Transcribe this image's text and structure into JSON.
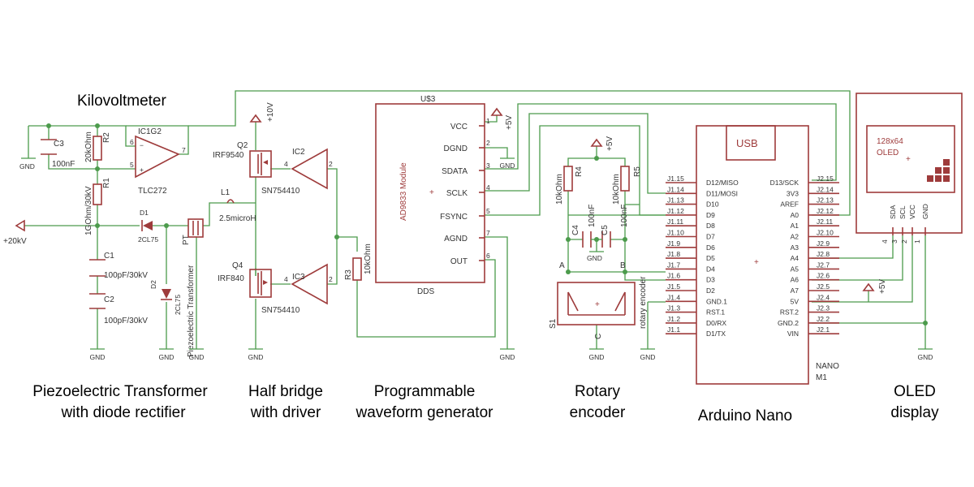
{
  "captions": {
    "kilovoltmeter": "Kilovoltmeter",
    "piezo_line1": "Piezoelectric Transformer",
    "piezo_line2": "with diode rectifier",
    "halfbridge_line1": "Half bridge",
    "halfbridge_line2": "with driver",
    "waveform_line1": "Programmable",
    "waveform_line2": "waveform generator",
    "rotary_line1": "Rotary",
    "rotary_line2": "encoder",
    "arduino": "Arduino Nano",
    "oled_line1": "OLED",
    "oled_line2": "display"
  },
  "labels": {
    "c3": "C3",
    "c3_val": "100nF",
    "r2": "R2",
    "r2_val": "20kOhm",
    "r1": "R1",
    "r1_val": "1GOhm/30kV",
    "ic1": "IC1G2",
    "ic1_part": "TLC272",
    "pin6": "6",
    "pin5": "5",
    "pin7": "7",
    "src_label": "+20kV",
    "d1": "D1",
    "d1_val": "2CL75",
    "d2": "D2",
    "d2_val": "2CL75",
    "c1": "C1",
    "c1_val": "100pF/30kV",
    "c2": "C2",
    "c2_val": "100pF/30kV",
    "pt": "PT",
    "pt_val": "Piezoelectric Transformer",
    "l1": "L1",
    "l1_val": "2.5microH",
    "q2": "Q2",
    "q2_part": "IRF9540",
    "q4": "Q4",
    "q4_part": "IRF840",
    "vdd": "+10V",
    "ic2": "IC2",
    "ic2_part": "SN754410",
    "ic3": "IC3",
    "ic3_part": "SN754410",
    "pin4a": "4",
    "pin2a": "2",
    "pin4b": "4",
    "pin2b": "2",
    "r3": "R3",
    "r3_val": "10kOhm",
    "u3": "U$3",
    "dds_module": "AD9833 Module",
    "dds": "DDS",
    "dds_pins": [
      "VCC",
      "DGND",
      "SDATA",
      "SCLK",
      "FSYNC",
      "AGND",
      "OUT"
    ],
    "dds_nums": [
      "1",
      "2",
      "3",
      "4",
      "5",
      "7",
      "6"
    ],
    "plus5v": "+5V",
    "r4": "R4",
    "r4_val": "10kOhm",
    "r5": "R5",
    "r5_val": "10kOhm",
    "c4": "C4",
    "c4_val": "100nF",
    "c5": "C5",
    "c5_val": "100nF",
    "enc_a": "A",
    "enc_b": "B",
    "enc_c": "C",
    "s1": "S1",
    "enc_name": "rotary encoder",
    "usb": "USB",
    "nano": "NANO",
    "m1": "M1",
    "nano_left": [
      "D12/MISO",
      "D11/MOSI",
      "D10",
      "D9",
      "D8",
      "D7",
      "D6",
      "D5",
      "D4",
      "D3",
      "D2",
      "GND.1",
      "RST.1",
      "D0/RX",
      "D1/TX"
    ],
    "nano_left_pins": [
      "J1.15",
      "J1.14",
      "J1.13",
      "J1.12",
      "J1.11",
      "J1.10",
      "J1.9",
      "J1.8",
      "J1.7",
      "J1.6",
      "J1.5",
      "J1.4",
      "J1.3",
      "J1.2",
      "J1.1"
    ],
    "nano_right": [
      "D13/SCK",
      "3V3",
      "AREF",
      "A0",
      "A1",
      "A2",
      "A3",
      "A4",
      "A5",
      "A6",
      "A7",
      "5V",
      "RST.2",
      "GND.2",
      "VIN"
    ],
    "nano_right_pins": [
      "J2.15",
      "J2.14",
      "J2.13",
      "J2.12",
      "J2.11",
      "J2.10",
      "J2.9",
      "J2.8",
      "J2.7",
      "J2.6",
      "J2.5",
      "J2.4",
      "J2.3",
      "J2.2",
      "J2.1"
    ],
    "oled_res": "128x64",
    "oled_name": "OLED",
    "oled_pins": [
      "SDA",
      "SCL",
      "VCC",
      "GND"
    ],
    "oled_nums": [
      "4",
      "3",
      "2",
      "1"
    ],
    "gnd": "GND"
  },
  "colors": {
    "wire": "#4c9b4c",
    "part": "#9e3b3b"
  }
}
